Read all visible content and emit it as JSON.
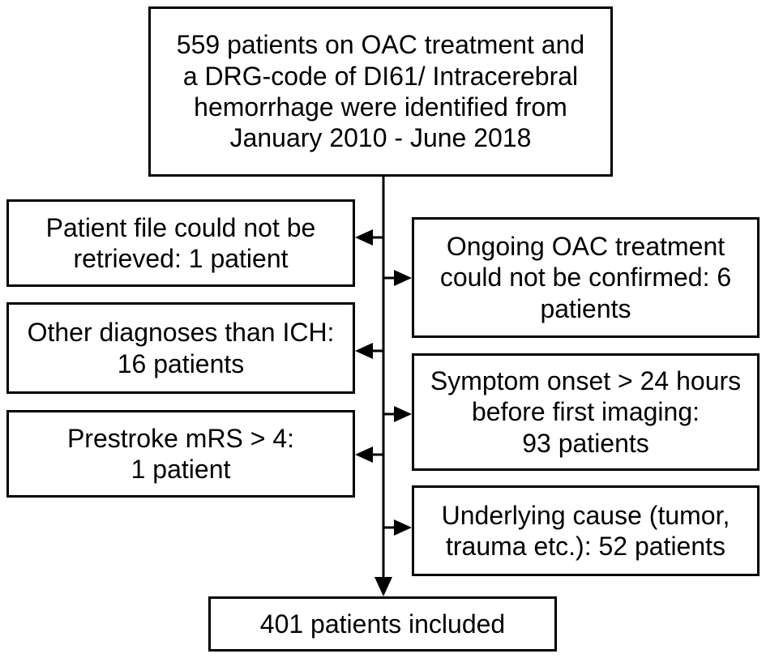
{
  "boxes": {
    "start": {
      "lines": [
        "559 patients on OAC treatment and",
        "a DRG-code of DI61/ Intracerebral",
        "hemorrhage were identified from",
        "January 2010 - June 2018"
      ]
    },
    "excl_file": {
      "lines": [
        "Patient file could not be",
        "retrieved: 1 patient"
      ]
    },
    "excl_oac": {
      "lines": [
        "Ongoing OAC treatment",
        "could not be confirmed: 6",
        "patients"
      ]
    },
    "excl_diag": {
      "lines": [
        "Other diagnoses than ICH:",
        "16 patients"
      ]
    },
    "excl_onset": {
      "lines": [
        "Symptom onset > 24 hours",
        "before first imaging:",
        "93 patients"
      ]
    },
    "excl_mrs": {
      "lines": [
        "Prestroke mRS > 4:",
        "1 patient"
      ]
    },
    "excl_cause": {
      "lines": [
        "Underlying cause (tumor,",
        "trauma etc.): 52 patients"
      ]
    },
    "final": {
      "lines": [
        "401 patients included"
      ]
    }
  }
}
